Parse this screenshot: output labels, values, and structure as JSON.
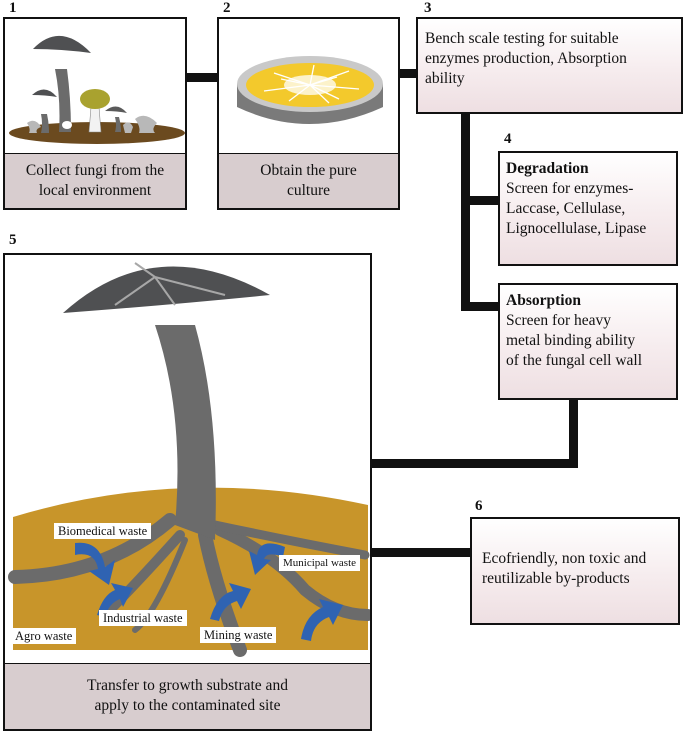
{
  "steps": [
    {
      "number": "1",
      "caption_line1": "Collect fungi from the",
      "caption_line2": "local environment"
    },
    {
      "number": "2",
      "caption_line1": "Obtain the pure",
      "caption_line2": "culture"
    },
    {
      "number": "3",
      "text_line1": "Bench scale testing for suitable",
      "text_line2": "enzymes production, Absorption",
      "text_line3": "ability"
    },
    {
      "number": "4",
      "degradation": {
        "title": "Degradation",
        "line1": "Screen for enzymes-",
        "line2": "Laccase, Cellulase,",
        "line3": "Lignocellulase, Lipase"
      },
      "absorption": {
        "title": "Absorption",
        "line1": "Screen for heavy",
        "line2": "metal binding ability",
        "line3": "of the fungal cell wall"
      }
    },
    {
      "number": "5",
      "caption_line1": "Transfer to growth substrate and",
      "caption_line2": "apply to the contaminated site",
      "waste_labels": {
        "biomedical": "Biomedical waste",
        "municipal": "Municipal waste",
        "industrial": "Industrial waste",
        "agro": "Agro waste",
        "mining": "Mining waste"
      }
    },
    {
      "number": "6",
      "text_line1": "Ecofriendly, non toxic and",
      "text_line2": "reutilizable by-products"
    }
  ],
  "colors": {
    "soil": "#c8952a",
    "mushroom_grey": "#6b6b6b",
    "cap_dark": "#4f5052",
    "arrow_blue": "#2f63b2",
    "culture_yellow": "#f3c92c"
  }
}
